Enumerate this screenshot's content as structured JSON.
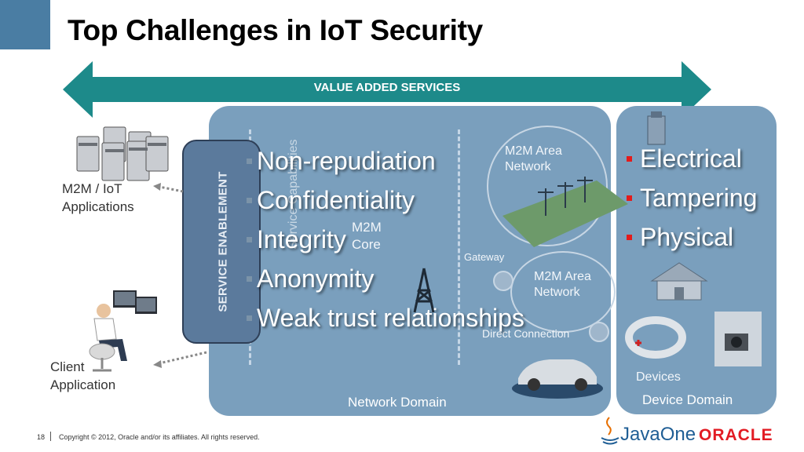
{
  "title": "Top Challenges in IoT Security",
  "arrow_label": "VALUE ADDED SERVICES",
  "service_enablement": "SERVICE ENABLEMENT",
  "left_labels": {
    "m2m_apps": [
      "M2M / IoT",
      "Applications"
    ],
    "client_app": [
      "Client",
      "Application"
    ]
  },
  "network": {
    "m2m_area_top": [
      "M2M Area",
      "Network"
    ],
    "m2m_core": [
      "M2M",
      "Core"
    ],
    "service_capabilities": "Service Capabilities",
    "gateway": "Gateway",
    "m2m_area_bottom": [
      "M2M Area",
      "Network"
    ],
    "direct_connection": "Direct Connection",
    "domain_label": "Network Domain"
  },
  "device": {
    "devices_label": "Devices",
    "domain_label": "Device Domain"
  },
  "challenges": [
    "Non-repudiation",
    "Confidentiality",
    "Integrity",
    "Anonymity",
    "Weak trust relationships"
  ],
  "device_threats": [
    "Electrical",
    "Tampering",
    "Physical"
  ],
  "footer": {
    "page": "18",
    "copyright": "Copyright © 2012, Oracle and/or its affiliates. All rights reserved.",
    "javaone": "JavaOne",
    "oracle": "ORACLE"
  },
  "colors": {
    "arrow": "#1d8a8a",
    "panel": "#7a9fbd",
    "bullet_red": "#e41b1b",
    "oracle_red": "#e21b23"
  }
}
